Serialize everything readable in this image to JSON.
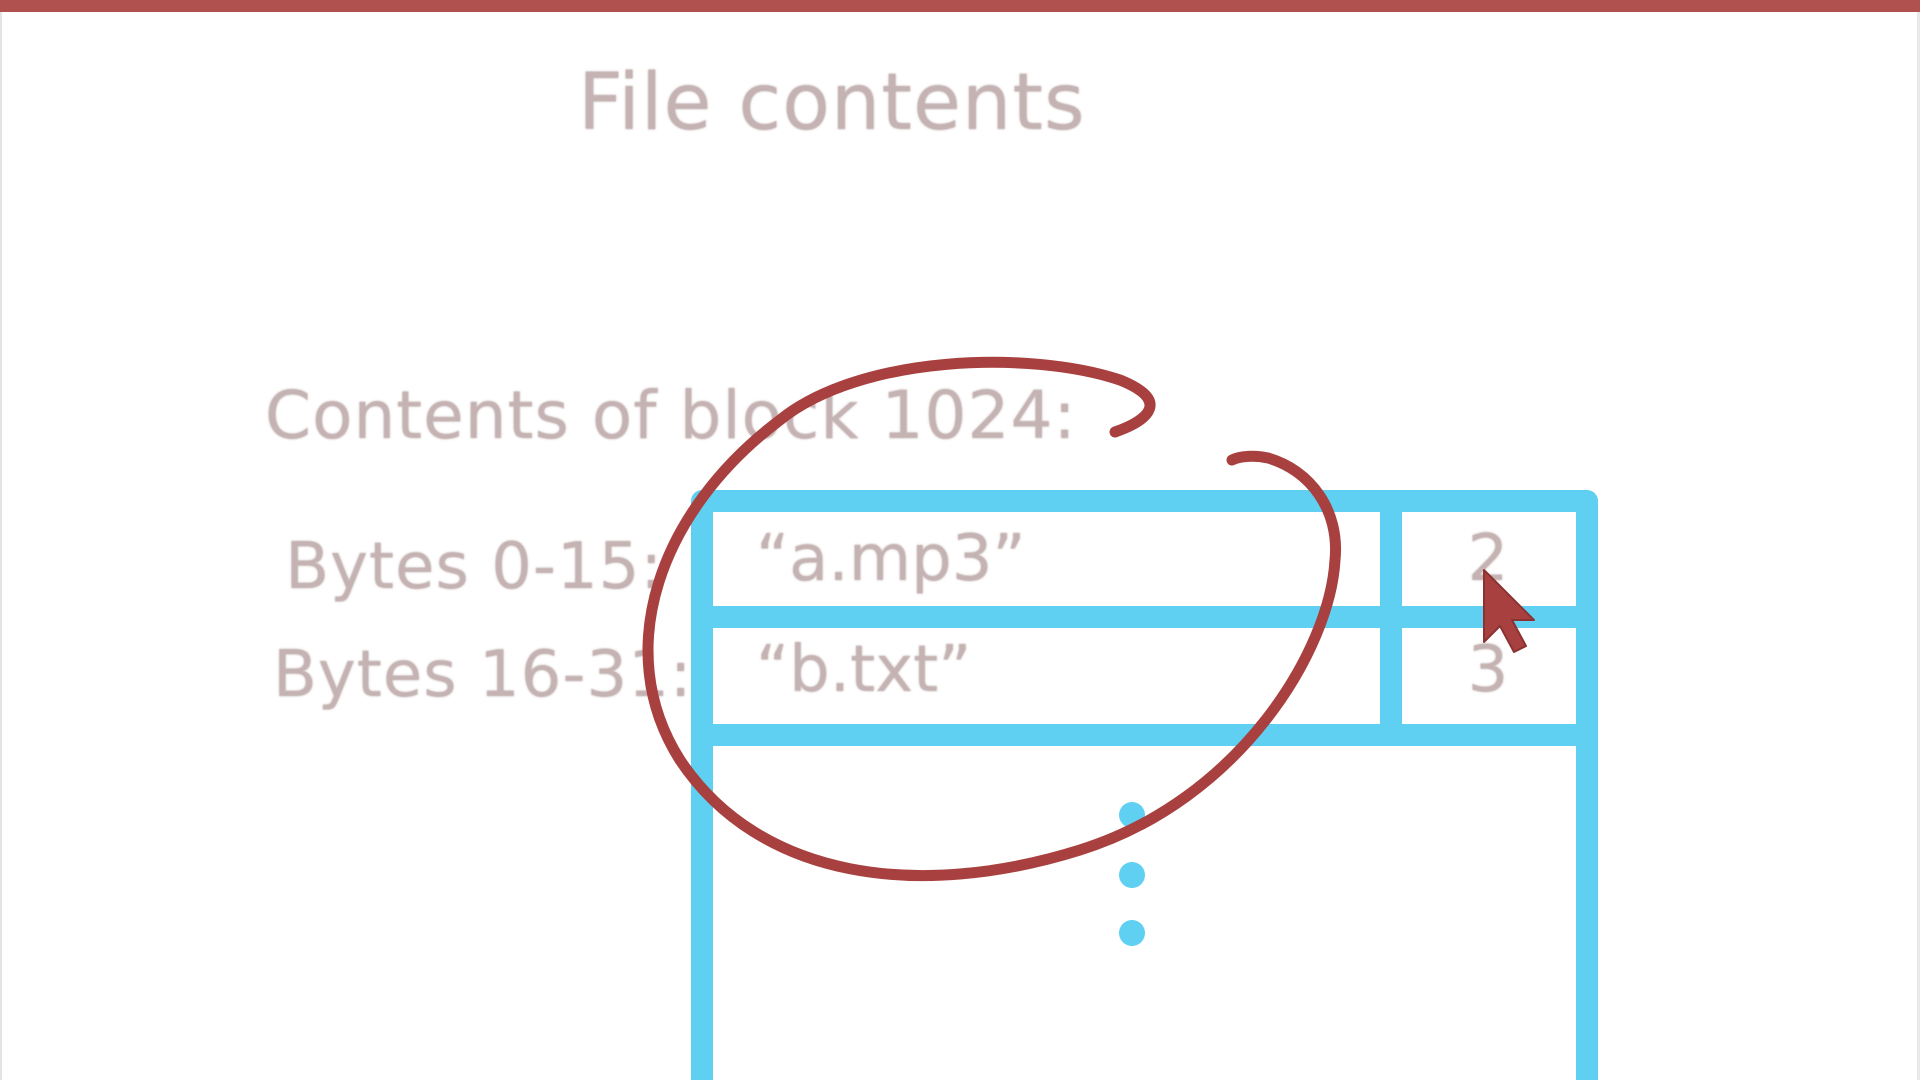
{
  "slide": {
    "title": "File contents",
    "block_heading": "Contents of block 1024:"
  },
  "rows": [
    {
      "label": "Bytes 0-15:",
      "name": "“a.mp3”",
      "number": "2"
    },
    {
      "label": "Bytes 16-31:",
      "name": "“b.txt”",
      "number": "3"
    }
  ],
  "colors": {
    "accent_bar": "#b0504f",
    "table_stroke": "#5fd0f2",
    "annotation": "#a8403f",
    "faded_text": "#c4b3b2"
  },
  "icons": {
    "cursor": "mouse-pointer-icon",
    "ellipsis": "vertical-ellipsis-icon"
  }
}
